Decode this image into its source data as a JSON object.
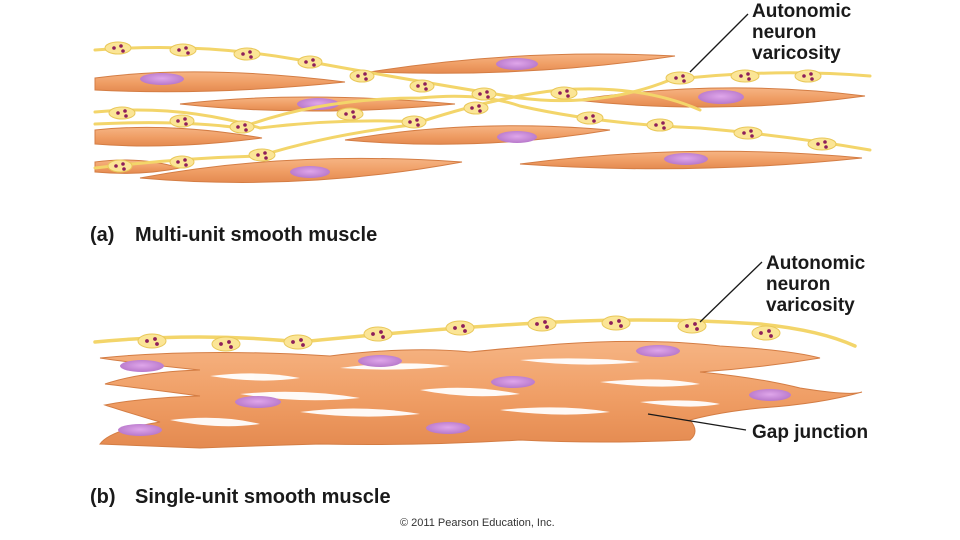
{
  "panel_a": {
    "callout": [
      "Autonomic",
      "neuron",
      "varicosity"
    ],
    "caption_letter": "(a)",
    "caption_text": "Multi-unit smooth muscle"
  },
  "panel_b": {
    "callout": [
      "Autonomic",
      "neuron",
      "varicosity"
    ],
    "gap_label": "Gap junction",
    "caption_letter": "(b)",
    "caption_text": "Single-unit smooth muscle"
  },
  "copyright": "© 2011 Pearson Education, Inc.",
  "colors": {
    "muscle_fill": "#f0a06a",
    "muscle_edge": "#d2783e",
    "nucleus": "#c98ad9",
    "nerve": "#f6dc7a",
    "varicosity": "#fbe596",
    "vesicle": "#8e1f5a"
  }
}
